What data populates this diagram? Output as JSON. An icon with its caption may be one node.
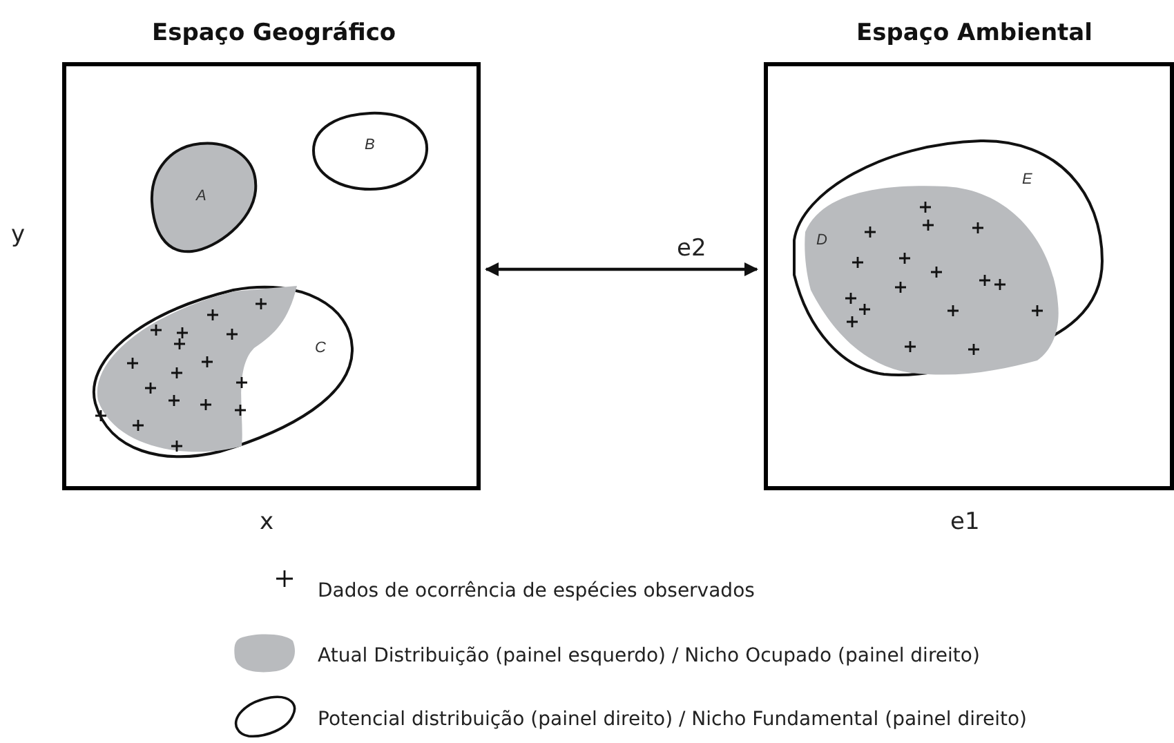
{
  "diagram": {
    "nodes": [
      {
        "text": [
          "Espaço Geográfico"
        ]
      },
      {
        "text": [
          "A"
        ],
        "in": 0
      },
      {
        "text": [
          "B"
        ],
        "in": 0
      },
      {
        "text": [
          "C"
        ],
        "in": 0
      },
      {
        "text": [
          "Espaço Ambiental"
        ]
      },
      {
        "text": [
          "E"
        ],
        "in": 4
      },
      {
        "text": [
          "D"
        ],
        "in": 5
      }
    ],
    "edges": [
      {
        "from": 0,
        "to": 4,
        "arrow": "both"
      }
    ],
    "labels": [
      "y",
      "e2",
      "x",
      "e1"
    ],
    "legend": [
      {
        "text": "Dados de ocorrência de espécies observados"
      },
      {
        "text": "Atual Distribuição (painel esquerdo) / Nicho Ocupado (painel direito)",
        "color": "#b9bbbe"
      },
      {
        "text": "Potencial distribuição (painel direito) / Nicho Fundamental (painel direito)"
      }
    ]
  }
}
